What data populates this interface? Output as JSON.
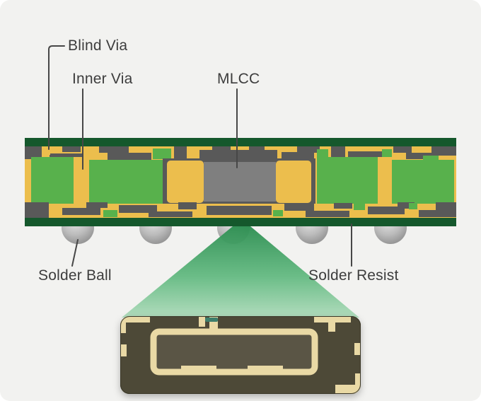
{
  "title": "Embedded MLCC PCB cross-section diagram",
  "labels": {
    "blind_via": "Blind Via",
    "inner_via": "Inner Via",
    "mlcc": "MLCC",
    "solder_ball": "Solder Ball",
    "solder_resist": "Solder Resist"
  },
  "colors": {
    "page_bg": "#f2f2f0",
    "label_text": "#3d3d3d",
    "line_color": "#474747",
    "copper_gold": "#ecbe4d",
    "dielectric_gray": "#595959",
    "board_green": "#58b14c",
    "resist_dark_green": "#15582c",
    "mlcc_gray": "#7f7f7f",
    "solder_ball_gray": "#bcbcbc",
    "beam_green_dark": "#2e8f52",
    "beam_green_light": "#a8d9b6",
    "inset_olive": "#4d4937",
    "inset_olive_light": "#5a5545",
    "inset_tan": "#e9d9a5",
    "inset_teal": "#3e7f6c"
  }
}
